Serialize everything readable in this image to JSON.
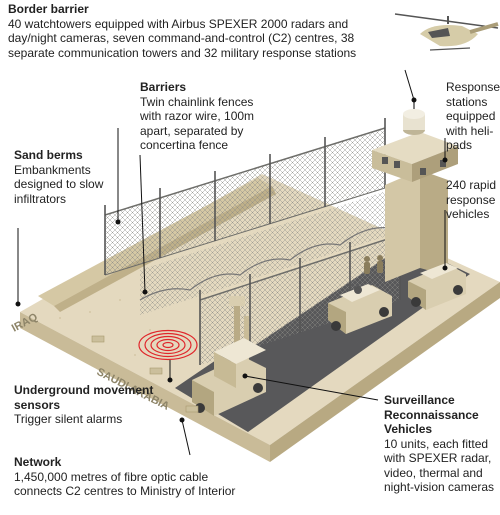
{
  "labels": {
    "border_barrier": {
      "heading": "Border barrier",
      "body": "40 watchtowers equipped with Airbus SPEXER 2000 radars and day/night cameras, seven command-and-control (C2) centres, 38 separate communication towers and 32 military response stations"
    },
    "barriers": {
      "heading": "Barriers",
      "body": "Twin chainlink fences with razor wire, 100m apart, separated by concertina fence"
    },
    "sand_berms": {
      "heading": "Sand berms",
      "body": "Embankments designed to slow infiltrators"
    },
    "response_stations": {
      "body": "Response stations equipped with heli-pads"
    },
    "rapid_vehicles": {
      "body": "240 rapid response vehicles"
    },
    "underground_sensors": {
      "heading": "Underground movement sensors",
      "body": "Trigger silent alarms"
    },
    "network": {
      "heading": "Network",
      "body": "1,450,000 metres of fibre optic cable connects C2 centres to Ministry of Interior"
    },
    "surveillance": {
      "heading": "Surveillance Reconnaissance Vehicles",
      "body": "10 units, each fitted with SPEXER radar, video, thermal and night-vision cameras"
    }
  },
  "territory": {
    "iraq": "IRAQ",
    "saudi_arabia": "SAUDI ARABIA"
  },
  "colors": {
    "sand_top": "#e4d9bf",
    "sand_side_left": "#c9bb98",
    "sand_side_front": "#b8a982",
    "road": "#58585a",
    "vehicle": "#d9ceb0",
    "sensor_rings": "#e0262b"
  }
}
